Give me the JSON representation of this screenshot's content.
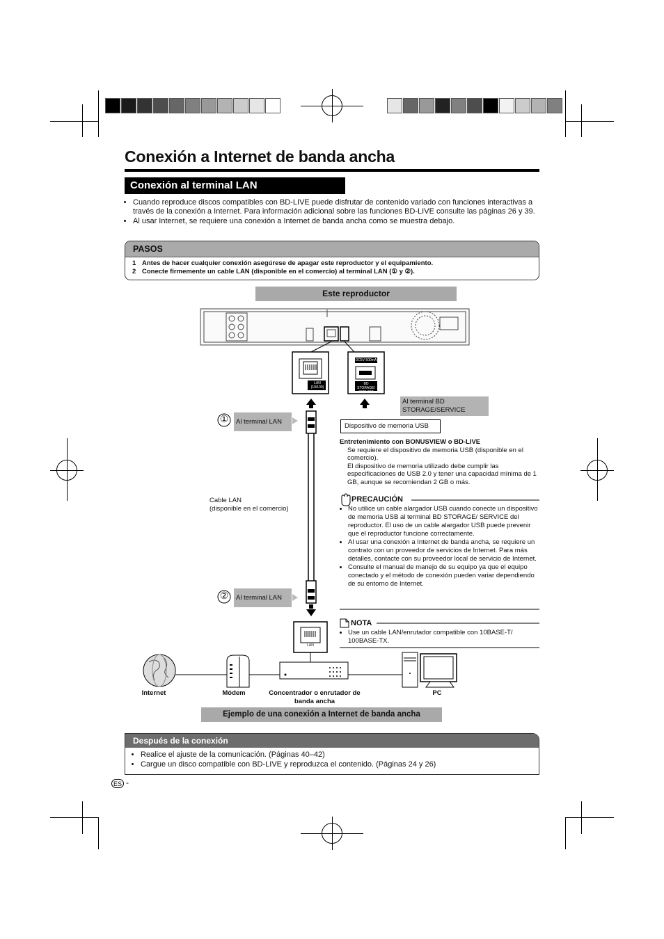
{
  "page": {
    "title": "Conexión a Internet de banda ancha",
    "section_heading": "Conexión al terminal LAN",
    "intro_bullets": [
      "Cuando reproduce discos compatibles con BD-LIVE puede disfrutar de contenido variado con funciones interactivas a través de la conexión a Internet. Para información adicional sobre las funciones BD-LIVE consulte las páginas 26 y 39.",
      "Al usar Internet, se requiere una conexión a Internet de banda ancha como se muestra debajo."
    ],
    "steps": {
      "heading": "PASOS",
      "items": [
        {
          "num": "1",
          "text": "Antes de hacer cualquier conexión asegúrese de apagar este reproductor y el equipamiento."
        },
        {
          "num": "2",
          "text": "Conecte firmemente un cable LAN (disponible en el comercio) al terminal LAN (① y ②)."
        }
      ]
    },
    "diagram": {
      "player_label": "Este reproductor",
      "lan_port_label": "LAN (10/100)",
      "usb_power_label": "DC5V 500mA",
      "usb_storage_label": "BD STORAGE/ SERVICE",
      "step1_marker": "①",
      "step2_marker": "②",
      "to_lan_terminal_1": "Al terminal LAN",
      "to_lan_terminal_2": "Al terminal LAN",
      "to_bd_storage": "Al terminal BD STORAGE/SERVICE",
      "usb_device": "Dispositivo de memoria USB",
      "cable_label": "Cable LAN",
      "cable_sublabel": "(disponible en el comercio)",
      "hub_lan_label": "LAN",
      "devices": {
        "internet": "Internet",
        "modem": "Módem",
        "hub": "Concentrador o enrutador de banda ancha",
        "pc": "PC"
      },
      "caption": "Ejemplo de una conexión a Internet de banda ancha"
    },
    "bonusview": {
      "heading": "Entretenimiento con BONUSVIEW o BD-LIVE",
      "text1": "Se requiere el dispositivo de memoria USB (disponible en el comercio).",
      "text2": "El dispositivo de memoria utilizado debe cumplir las especificaciones de USB 2.0 y tener una capacidad mínima de 1 GB, aunque se recomiendan 2 GB o más."
    },
    "caution": {
      "heading": "PRECAUCIÓN",
      "items": [
        "No utilice un cable alargador USB cuando conecte un dispositivo de memoria USB al terminal BD STORAGE/ SERVICE del reproductor. El uso de un cable alargador USB puede prevenir que el reproductor funcione correctamente.",
        "Al usar una conexión a Internet de banda ancha, se requiere un contrato con un proveedor de servicios de Internet. Para más detalles, contacte con su proveedor local de servicio de Internet.",
        "Consulte el manual de manejo de su equipo ya que el equipo conectado y el método de conexión pueden variar dependiendo de su entorno de Internet."
      ]
    },
    "note": {
      "heading": "NOTA",
      "items": [
        "Use un cable LAN/enrutador compatible con 10BASE-T/ 100BASE-TX."
      ]
    },
    "after": {
      "heading": "Después de la conexión",
      "items": [
        "Realice el ajuste de la comunicación. (Páginas 40–42)",
        "Cargue un disco compatible con BD-LIVE y reproduzca el contenido. (Páginas 24 y 26)"
      ]
    },
    "footer": {
      "lang_badge": "ES",
      "page_suffix": "-"
    }
  },
  "colors": {
    "dark_bar": "#000000",
    "gray_bar": "#a9a9a9",
    "after_head": "#6d6d6d"
  },
  "swatches_left": [
    "#000000",
    "#1a1a1a",
    "#333333",
    "#4d4d4d",
    "#666666",
    "#808080",
    "#999999",
    "#b3b3b3",
    "#cccccc",
    "#e6e6e6",
    "#ffffff"
  ],
  "swatches_right": [
    "#e6e6e6",
    "#666666",
    "#999999",
    "#222222",
    "#808080",
    "#4d4d4d",
    "#000000",
    "#f2f2f2",
    "#cccccc",
    "#b3b3b3",
    "#808080"
  ]
}
